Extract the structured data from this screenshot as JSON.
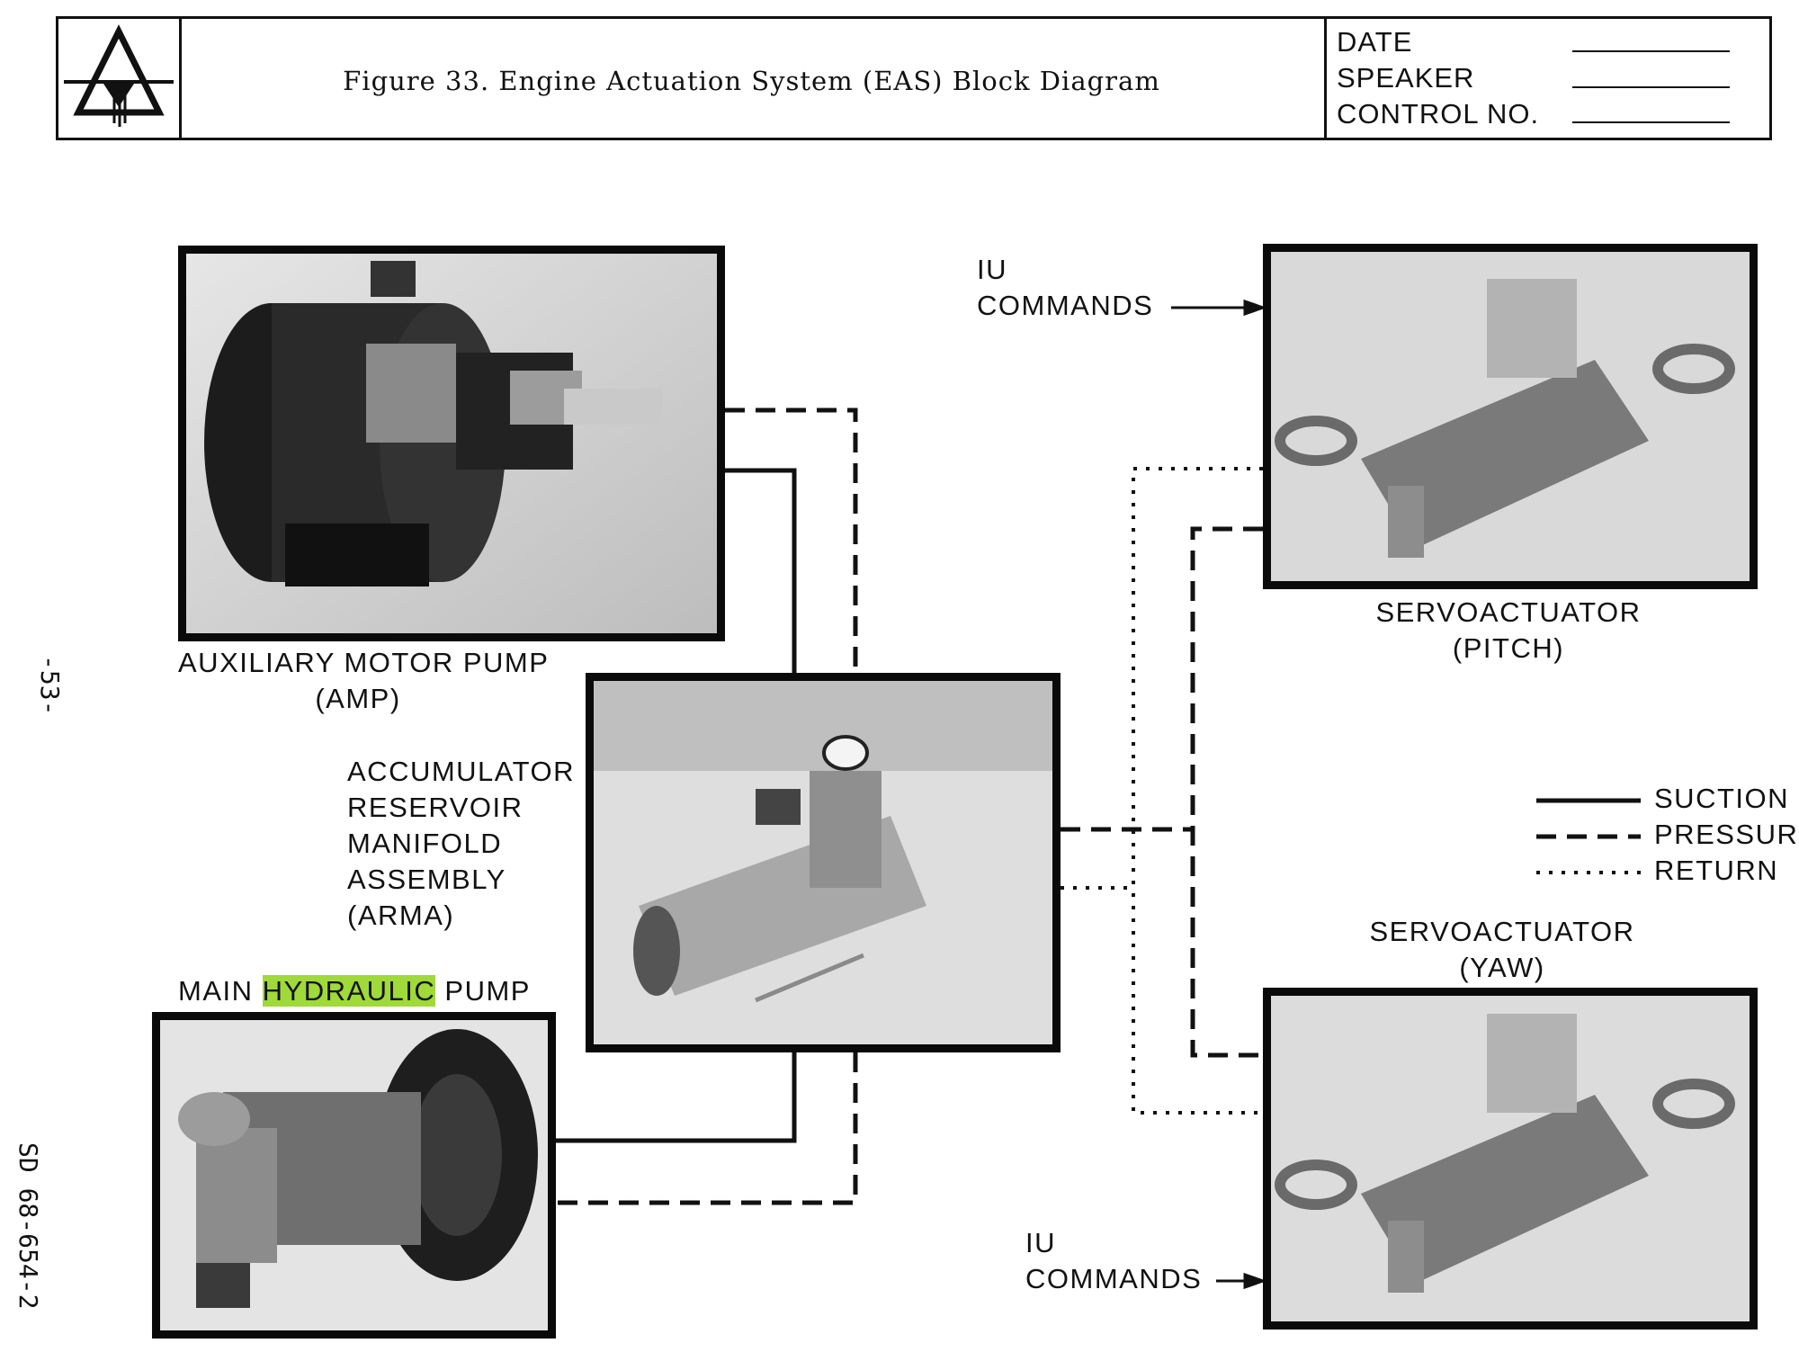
{
  "header": {
    "figure_title": "Figure 33.  Engine Actuation System (EAS) Block Diagram",
    "date_label": "DATE",
    "speaker_label": "SPEAKER",
    "control_label": "CONTROL NO."
  },
  "side_text": {
    "page_number": "-53-",
    "doc_id": "SD 68-654-2"
  },
  "components": {
    "amp": {
      "line1": "AUXILIARY MOTOR PUMP",
      "line2": "(AMP)"
    },
    "arma": {
      "line1": "ACCUMULATOR",
      "line2": "RESERVOIR",
      "line3": "MANIFOLD",
      "line4": "ASSEMBLY",
      "line5": "(ARMA)"
    },
    "main_pump": {
      "word1": "MAIN",
      "word2": "HYDRAULIC",
      "word3": "PUMP"
    },
    "servo_pitch": {
      "line1": "SERVOACTUATOR",
      "line2": "(PITCH)"
    },
    "servo_yaw": {
      "line1": "SERVOACTUATOR",
      "line2": "(YAW)"
    }
  },
  "iu_commands": {
    "top": {
      "line1": "IU",
      "line2": "COMMANDS"
    },
    "bottom": {
      "line1": "IU",
      "line2": "COMMANDS"
    }
  },
  "legend": {
    "suction": "SUCTION",
    "pressure": "PRESSURE",
    "return": "RETURN"
  },
  "colors": {
    "highlight": "#9fd93a",
    "ink": "#111111"
  }
}
